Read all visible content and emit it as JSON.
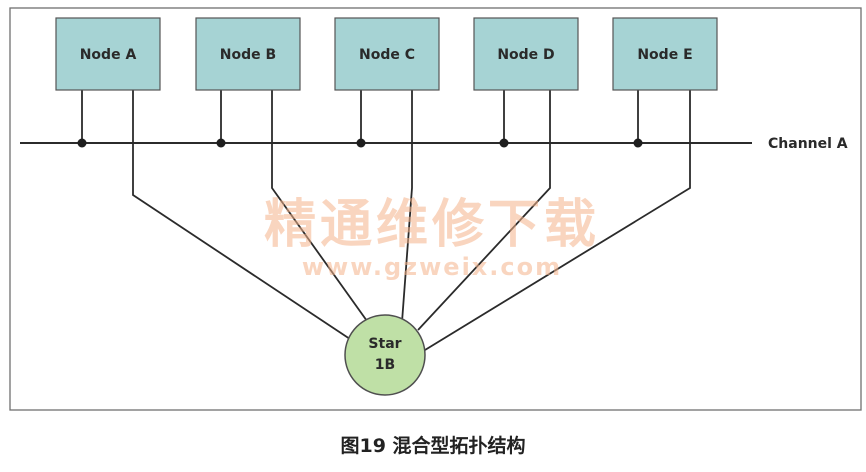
{
  "nodes": [
    {
      "label": "Node A"
    },
    {
      "label": "Node B"
    },
    {
      "label": "Node C"
    },
    {
      "label": "Node D"
    },
    {
      "label": "Node E"
    }
  ],
  "channel": {
    "label": "Channel A"
  },
  "star": {
    "line1": "Star",
    "line2": "1B"
  },
  "watermark": {
    "text": "精通维修下载",
    "url": "www.gzweix.com"
  },
  "caption": "图19 混合型拓扑结构",
  "colors": {
    "node_fill": "#a6d3d4",
    "star_fill": "#bfe0a6",
    "line": "#2b2b2b",
    "watermark": "#f4b38a"
  }
}
